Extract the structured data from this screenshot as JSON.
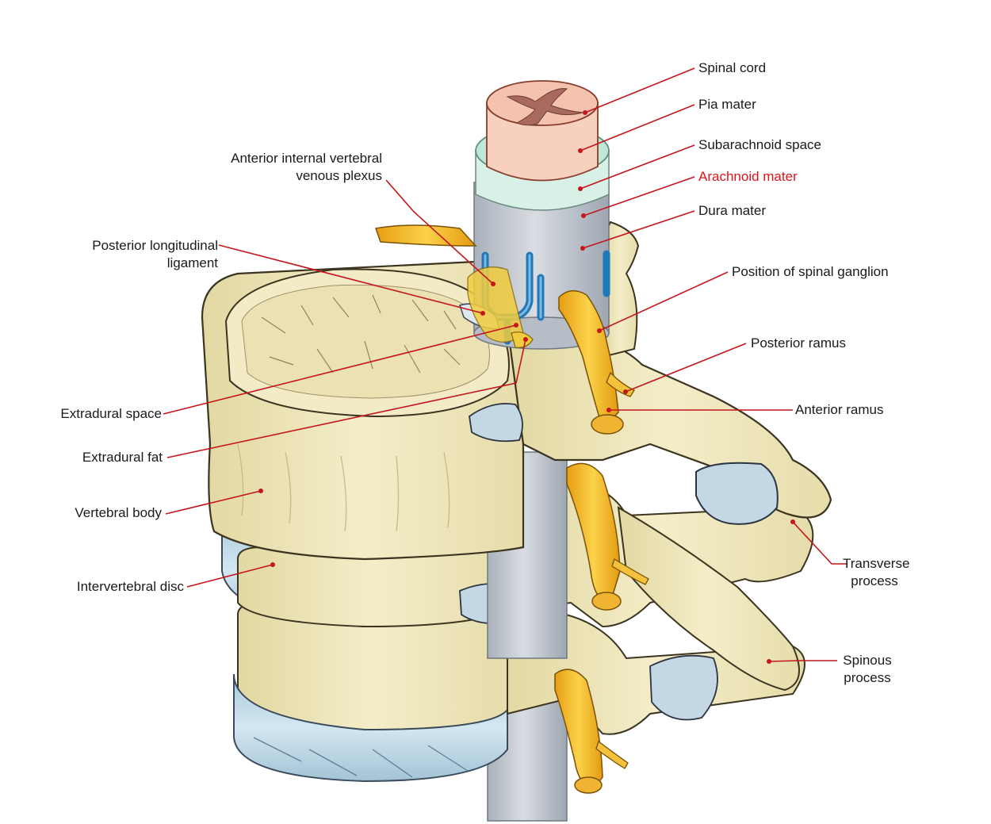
{
  "colors": {
    "leader": "#c4161c",
    "label_text": "#1a1a1a",
    "highlight_label": "#e0141b",
    "bone": "#efe7bb",
    "bone_shadow": "#d9cf98",
    "disc": "#bcd8e8",
    "dura": "#c8cdd4",
    "nerve": "#f2b823",
    "vein": "#1f78b8",
    "cord_white": "#f7d0be",
    "cord_grey": "#a86a5e",
    "arachnoid": "#bfe8da"
  },
  "labels": {
    "spinal_cord": "Spinal cord",
    "pia_mater": "Pia mater",
    "subarachnoid_space": "Subarachnoid space",
    "arachnoid_mater": "Arachnoid mater",
    "dura_mater": "Dura mater",
    "position_of_spinal_ganglion": "Position of spinal ganglion",
    "posterior_ramus": "Posterior ramus",
    "anterior_ramus": "Anterior ramus",
    "transverse_process": [
      "Transverse",
      "process"
    ],
    "spinous_process": [
      "Spinous",
      "process"
    ],
    "anterior_internal_vertebral_venous_plexus": [
      "Anterior internal vertebral",
      "venous plexus"
    ],
    "posterior_longitudinal_ligament": [
      "Posterior longitudinal",
      "ligament"
    ],
    "extradural_space": "Extradural space",
    "extradural_fat": "Extradural fat",
    "vertebral_body": "Vertebral body",
    "intervertebral_disc": "Intervertebral disc"
  }
}
